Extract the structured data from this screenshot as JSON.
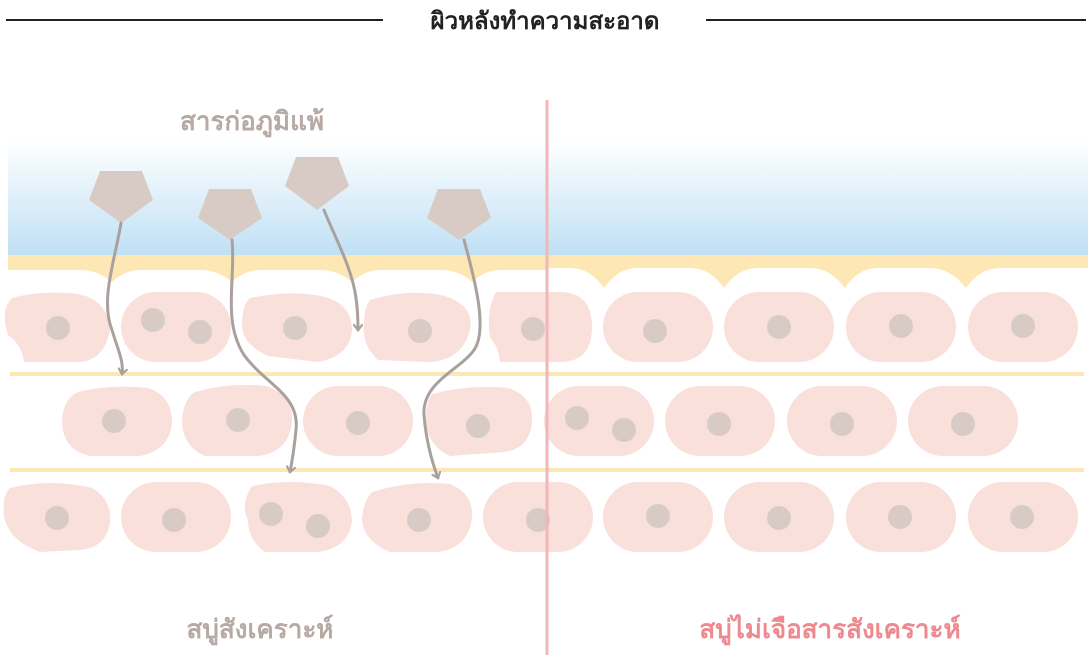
{
  "title": "ผิวหลังทำความสะอาด",
  "allergen_label": "สารก่อภูมิแพ้",
  "left_caption": "สบู่สังเคราะห์",
  "right_caption": "สบู่ไม่เจือสารสังเคราะห์",
  "colors": {
    "title": "#222222",
    "muted_label": "#b7a9a3",
    "accent_label": "#ee8a8f",
    "sky_top": "#ffffff",
    "sky_bottom": "#bfe0f4",
    "skin_film": "#fde7b5",
    "cell_fill": "#f9e0da",
    "nucleus": "#d8cbc5",
    "allergen": "#d8cbc5",
    "arrow": "#a9a19e",
    "divider": "#f2b6b9"
  }
}
